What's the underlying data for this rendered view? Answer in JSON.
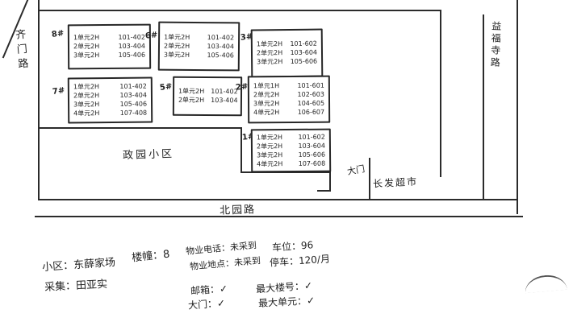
{
  "map": {
    "roads": {
      "left": "齐门路",
      "right": "益福寺路",
      "bottom": "北园路"
    },
    "compound_label": "政园小区",
    "gate_label": "大门",
    "supermarket_label": "长发超市",
    "buildings": [
      {
        "label": "8#",
        "rows": [
          [
            "1单元2H",
            "101-402"
          ],
          [
            "2单元2H",
            "103-404"
          ],
          [
            "3单元2H",
            "105-406"
          ]
        ]
      },
      {
        "label": "6#",
        "rows": [
          [
            "1单元2H",
            "101-402"
          ],
          [
            "2单元2H",
            "103-404"
          ],
          [
            "3单元2H",
            "105-406"
          ]
        ]
      },
      {
        "label": "3#",
        "rows": [
          [
            "1单元2H",
            "101-602"
          ],
          [
            "2单元2H",
            "103-604"
          ],
          [
            "3单元2H",
            "105-606"
          ]
        ]
      },
      {
        "label": "7#",
        "rows": [
          [
            "1单元2H",
            "101-402"
          ],
          [
            "2单元2H",
            "103-404"
          ],
          [
            "3单元2H",
            "105-406"
          ],
          [
            "4单元2H",
            "107-408"
          ]
        ]
      },
      {
        "label": "5#",
        "rows": [
          [
            "1单元2H",
            "101-402"
          ],
          [
            "2单元2H",
            "103-404"
          ]
        ]
      },
      {
        "label": "2#",
        "rows": [
          [
            "1单元1H",
            "101-601"
          ],
          [
            "2单元2H",
            "102-603"
          ],
          [
            "3单元2H",
            "104-605"
          ],
          [
            "4单元2H",
            "106-607"
          ]
        ]
      },
      {
        "label": "1#",
        "rows": [
          [
            "1单元2H",
            "101-602"
          ],
          [
            "2单元2H",
            "103-604"
          ],
          [
            "3单元2H",
            "105-606"
          ],
          [
            "4单元2H",
            "107-608"
          ]
        ]
      }
    ]
  },
  "notes": {
    "community": "小区：东薛家场",
    "buildings_count": "楼幢：8",
    "collector": "采集：田亚实",
    "property_phone": "物业电话：未采到",
    "property_location": "物业地点：未采到",
    "parking_spaces": "车位：96",
    "parking_fee": "停车：120/月",
    "mailbox_check": "邮箱：✓",
    "gate_check": "大门：✓",
    "max_building_check": "最大楼号：✓",
    "max_unit_check": "最大单元：✓"
  }
}
